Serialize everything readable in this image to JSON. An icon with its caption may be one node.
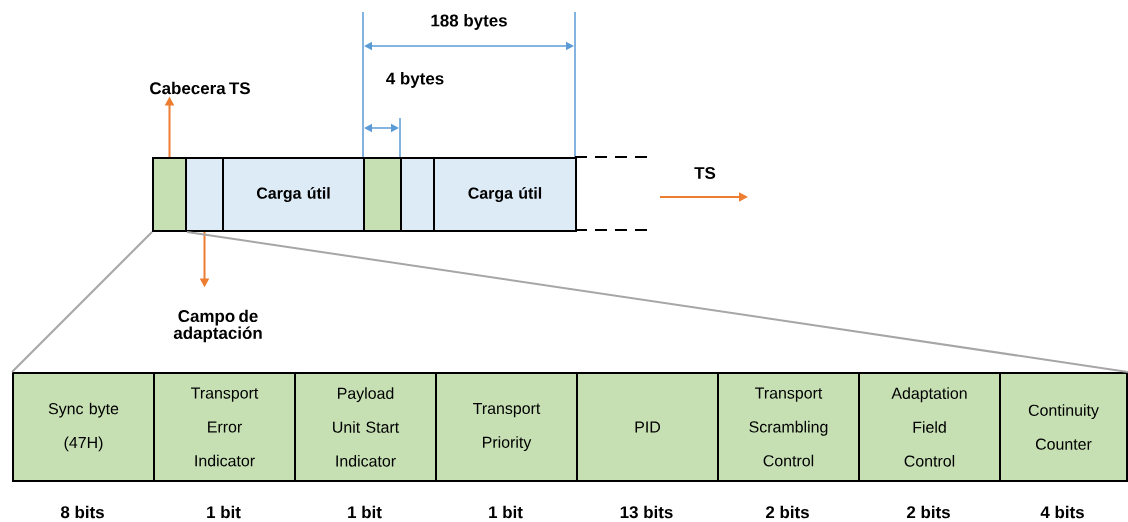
{
  "diagram": {
    "nodes": [
      {
        "text": [
          "Cabecera TS"
        ]
      },
      {
        "text": [],
        "shape": "box"
      },
      {
        "text": [],
        "shape": "box"
      },
      {
        "text": [
          "Carga útil"
        ]
      },
      {
        "text": [],
        "shape": "box"
      },
      {
        "text": [],
        "shape": "box"
      },
      {
        "text": [
          "Carga útil"
        ]
      },
      {
        "text": [
          "Campo de adaptación"
        ]
      },
      {
        "text": [
          "Sync byte (47H)"
        ],
        "beside": [
          "8 bits"
        ]
      },
      {
        "text": [
          "Transport Error Indicator"
        ],
        "beside": [
          "1 bit"
        ]
      },
      {
        "text": [
          "Payload Unit Start Indicator"
        ],
        "beside": [
          "1 bit"
        ]
      },
      {
        "text": [
          "Transport Priority"
        ],
        "beside": [
          "1 bit"
        ]
      },
      {
        "text": [
          "PID"
        ],
        "beside": [
          "13 bits"
        ]
      },
      {
        "text": [
          "Transport Scrambling Control"
        ],
        "beside": [
          "2 bits"
        ]
      },
      {
        "text": [
          "Adaptation Field Control"
        ],
        "beside": [
          "2 bits"
        ]
      },
      {
        "text": [
          "Continuity Counter"
        ],
        "beside": [
          "4 bits"
        ]
      }
    ],
    "edges": [
      {
        "from": 1,
        "to": 0,
        "arrow": "to",
        "color": "#ed7d31"
      },
      {
        "from": 2,
        "to": 7,
        "arrow": "to",
        "color": "#ed7d31"
      },
      {
        "from": 1,
        "to": 8,
        "arrow": "none",
        "color": "#a6a6a6"
      },
      {
        "from": 1,
        "to": 15,
        "arrow": "none",
        "color": "#a6a6a6"
      }
    ],
    "labels": [
      "188 bytes",
      "4 bytes",
      "TS"
    ]
  }
}
